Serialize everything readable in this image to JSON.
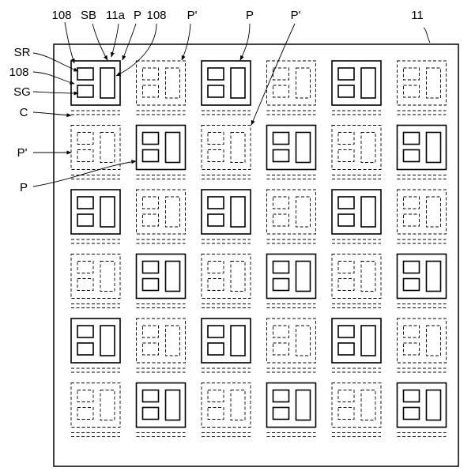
{
  "labels": {
    "substrate": "11",
    "sr": "SR",
    "ref_108_left": "108",
    "sg": "SG",
    "c": "C",
    "p_prime_left": "P'",
    "p_left": "P",
    "ref_108_top_left": "108",
    "sb": "SB",
    "ref_11a": "11a",
    "p_top": "P",
    "ref_108_top_right": "108",
    "p_prime_top_1": "P'",
    "p_top_2": "P",
    "p_prime_top_2": "P'"
  },
  "grid": {
    "rows": 6,
    "cols": 6,
    "pattern": [
      [
        "P",
        "P'",
        "P",
        "P'",
        "P",
        "P'"
      ],
      [
        "P'",
        "P",
        "P'",
        "P",
        "P'",
        "P"
      ],
      [
        "P",
        "P'",
        "P",
        "P'",
        "P",
        "P'"
      ],
      [
        "P'",
        "P",
        "P'",
        "P",
        "P'",
        "P"
      ],
      [
        "P",
        "P'",
        "P",
        "P'",
        "P",
        "P'"
      ],
      [
        "P'",
        "P",
        "P'",
        "P",
        "P'",
        "P"
      ]
    ]
  }
}
